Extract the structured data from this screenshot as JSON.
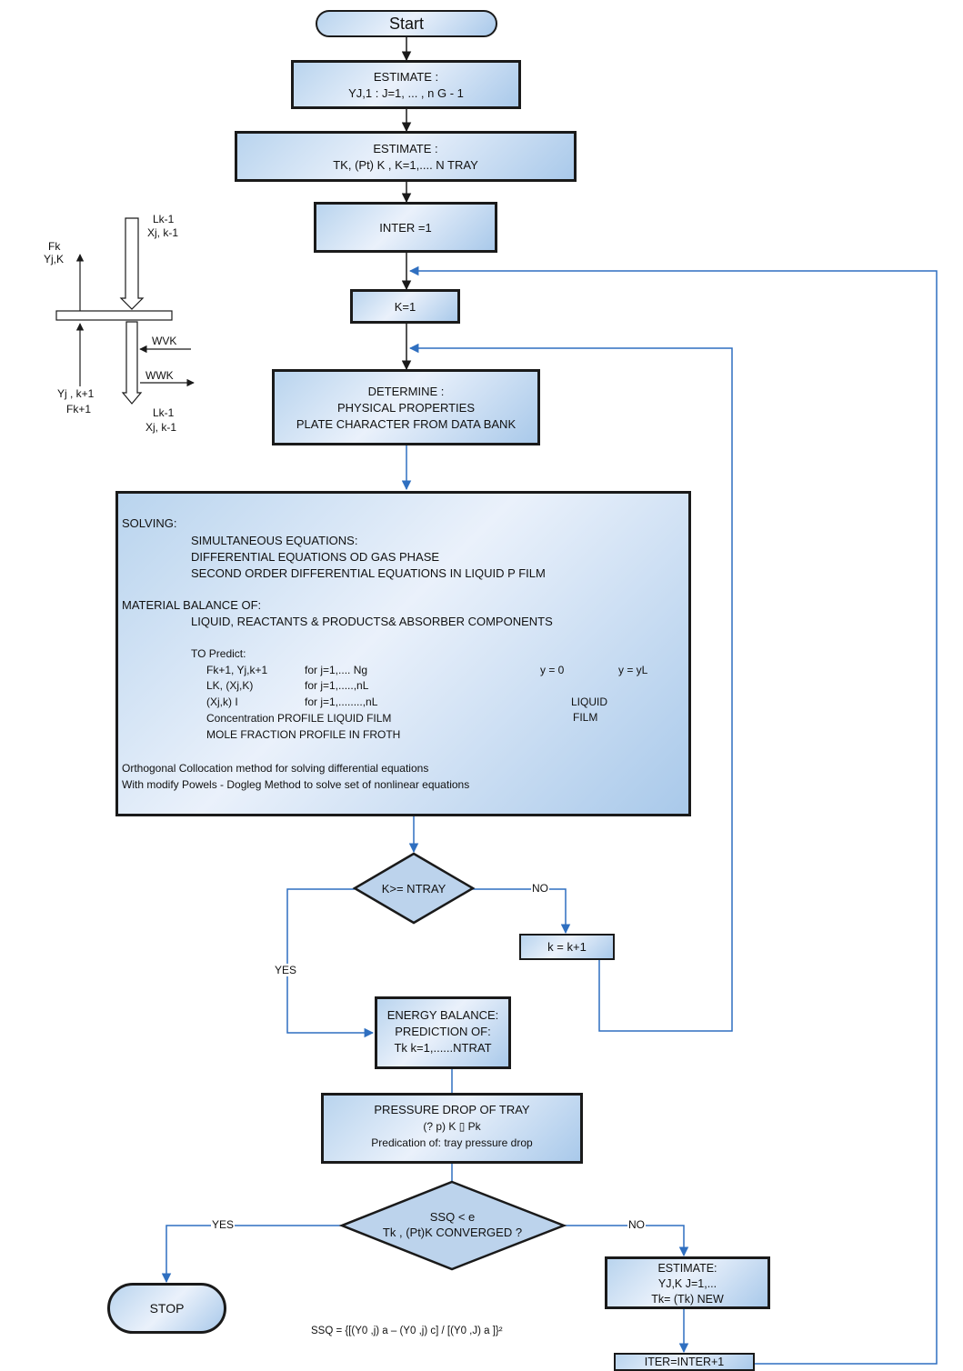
{
  "start": "Start",
  "estimate_y": [
    "ESTIMATE :",
    "YJ,1 : J=1, ... , n G - 1"
  ],
  "estimate_t": [
    "ESTIMATE :",
    "TK, (Pt) K  , K=1,.... N TRAY"
  ],
  "inter": "INTER =1",
  "k1": "K=1",
  "determine": [
    "DETERMINE :",
    "PHYSICAL PROPERTIES",
    "PLATE CHARACTER FROM DATA BANK"
  ],
  "solving": {
    "head": "SOLVING:",
    "simultaneous": "SIMULTANEOUS EQUATIONS:",
    "diff_gas": "DIFFERENTIAL EQUATIONS OD GAS PHASE",
    "second_order": "SECOND ORDER DIFFERENTIAL EQUATIONS IN LIQUID P FILM",
    "material": "MATERIAL BALANCE OF:",
    "components": "LIQUID, REACTANTS & PRODUCTS& ABSORBER COMPONENTS",
    "to_predict": "TO Predict:",
    "row1a": "Fk+1, Yj,k+1",
    "row1b": "for j=1,.... Ng",
    "row2a": "LK, (Xj,K)",
    "row2b": "for j=1,.....,nL",
    "row3a": "(Xj,k) I",
    "row3b": "for j=1,........,nL",
    "row4": "Concentration  PROFILE LIQUID FILM",
    "row5": "MOLE FRACTION PROFILE IN FROTH",
    "y0": "y = 0",
    "yL": "y = yL",
    "liquid": "LIQUID",
    "film": "FILM",
    "orth": "Orthogonal Collocation method for solving differential equations",
    "powel": "With modify Powels - Dogleg Method to solve set of nonlinear equations"
  },
  "dec1": "K>= NTRAY",
  "no1": "NO",
  "yes1": "YES",
  "kk": "k = k+1",
  "energy": [
    "ENERGY BALANCE:",
    "PREDICTION OF:",
    "Tk k=1,......NTRAT"
  ],
  "pressure": [
    "PRESSURE DROP OF TRAY",
    "(? p) K  ▯      Pk",
    "Predication of: tray pressure drop"
  ],
  "dec2": [
    "SSQ < e",
    "Tk , (Pt)K CONVERGED ?"
  ],
  "yes2": "YES",
  "no2": "NO",
  "stop": "STOP",
  "estimate_new": [
    "ESTIMATE:",
    "YJ,K J=1,...",
    "Tk= (Tk) NEW"
  ],
  "iter": "ITER=INTER+1",
  "ssq_formula": "SSQ = {[(Y0 ,j) a – (Y0 ,j) c] / [(Y0 ,J) a ]}²",
  "tray": {
    "fk": "Fk",
    "yjk": "Yj,K",
    "lk1": "Lk-1",
    "xjk1": "Xj, k-1",
    "wvk": "WVK",
    "wwk": "WWK",
    "yjk1": "Yj , k+1",
    "fk1": "Fk+1",
    "lk1b": "Lk-1",
    "xjk1b": "Xj, k-1"
  }
}
